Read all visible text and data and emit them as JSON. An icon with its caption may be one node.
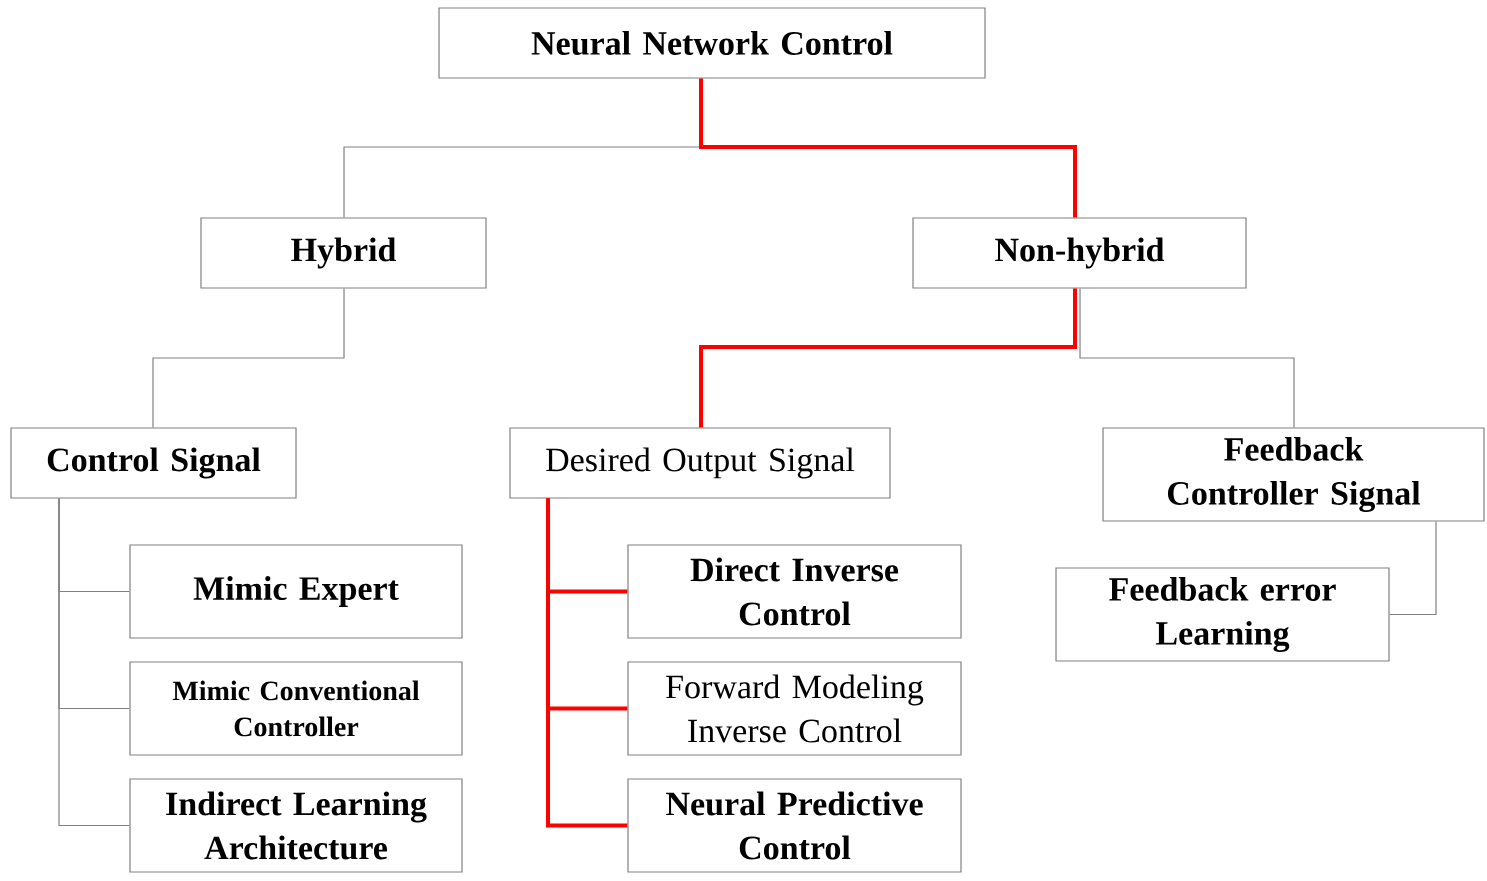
{
  "diagram": {
    "nodes": [
      {
        "text": [
          "Neural Network Control"
        ]
      },
      {
        "text": [
          "Hybrid"
        ]
      },
      {
        "text": [
          "Non-hybrid"
        ]
      },
      {
        "text": [
          "Control Signal"
        ]
      },
      {
        "text": [
          "Desired Output Signal"
        ]
      },
      {
        "text": [
          "Feedback Controller Signal"
        ]
      },
      {
        "text": [
          "Mimic Expert"
        ]
      },
      {
        "text": [
          "Mimic Conventional Controller"
        ]
      },
      {
        "text": [
          "Indirect Learning Architecture"
        ]
      },
      {
        "text": [
          "Direct Inverse Control"
        ]
      },
      {
        "text": [
          "Forward Modeling Inverse Control"
        ]
      },
      {
        "text": [
          "Neural Predictive Control"
        ]
      },
      {
        "text": [
          "Feedback error Learning"
        ]
      }
    ],
    "edges": [
      {
        "from": 0,
        "to": 1,
        "arrow": "none"
      },
      {
        "from": 0,
        "to": 2,
        "arrow": "none",
        "style": "thick",
        "color": "#ff0000"
      },
      {
        "from": 1,
        "to": 3,
        "arrow": "none"
      },
      {
        "from": 2,
        "to": 4,
        "arrow": "none",
        "style": "thick",
        "color": "#ff0000"
      },
      {
        "from": 2,
        "to": 5,
        "arrow": "none"
      },
      {
        "from": 3,
        "to": 6,
        "arrow": "none"
      },
      {
        "from": 3,
        "to": 7,
        "arrow": "none"
      },
      {
        "from": 3,
        "to": 8,
        "arrow": "none"
      },
      {
        "from": 4,
        "to": 9,
        "arrow": "none",
        "style": "thick",
        "color": "#ff0000"
      },
      {
        "from": 4,
        "to": 10,
        "arrow": "none",
        "style": "thick",
        "color": "#ff0000"
      },
      {
        "from": 4,
        "to": 11,
        "arrow": "none",
        "style": "thick",
        "color": "#ff0000"
      },
      {
        "from": 5,
        "to": 12,
        "arrow": "none"
      }
    ]
  }
}
